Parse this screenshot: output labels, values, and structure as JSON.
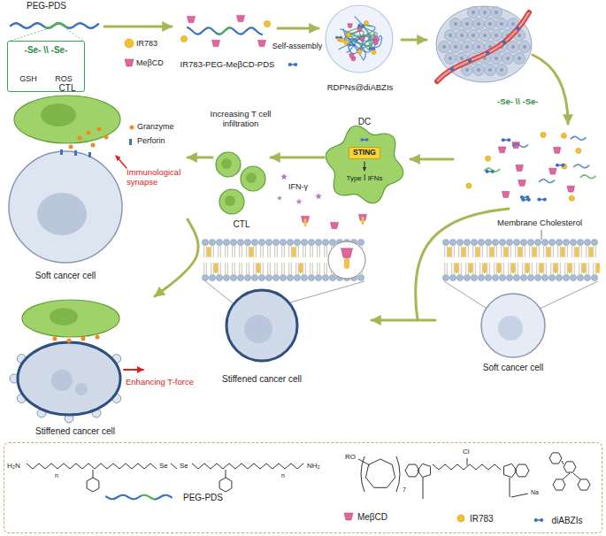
{
  "diagram": {
    "nodes": [
      {
        "text": [
          "-Se- \\\\ -Se-",
          "GSH",
          "ROS"
        ]
      },
      {
        "text": [
          "IR783-PEG-MeβCD-PDS"
        ]
      },
      {
        "text": [
          "RDPNs@diABZIs"
        ]
      },
      {
        "text": [
          "DC",
          "Type Ⅰ IFNs"
        ]
      },
      {
        "text": [
          "STING"
        ],
        "in": 3
      },
      {
        "text": [
          "CTL"
        ]
      },
      {
        "text": [
          "CTL",
          "Granzyme",
          "Perforin",
          "Immunological synapse",
          "Soft cancer cell"
        ]
      },
      {
        "text": [
          "Enhancing T-force",
          "Stiffened cancer cell"
        ]
      },
      {
        "text": [
          "Stiffened cancer cell"
        ]
      },
      {
        "text": [
          "Membrane Cholesterol",
          "Soft cancer cell"
        ]
      },
      {
        "text": [
          "PEG-PDS",
          "MeβCD",
          "IR783",
          "diABZIs"
        ]
      }
    ],
    "edges": [
      {
        "from": 1,
        "to": 2,
        "arrow": "to",
        "label": "Self-assembly"
      },
      {
        "from": 3,
        "to": 5,
        "arrow": "to"
      },
      {
        "from": 5,
        "to": 6,
        "arrow": "to"
      },
      {
        "from": 6,
        "to": 7,
        "arrow": "to"
      },
      {
        "from": 9,
        "to": 8,
        "arrow": "to"
      }
    ],
    "labels": [
      "PEG-PDS",
      "IR783",
      "MeβCD",
      "-Se- \\\\ -Se-",
      "Increasing T cell infiltration",
      "IFN-γ",
      "H₂N",
      "n",
      "Se",
      "Se",
      "n",
      "NH₂",
      "RO",
      "7",
      "Cl",
      "Na"
    ]
  }
}
